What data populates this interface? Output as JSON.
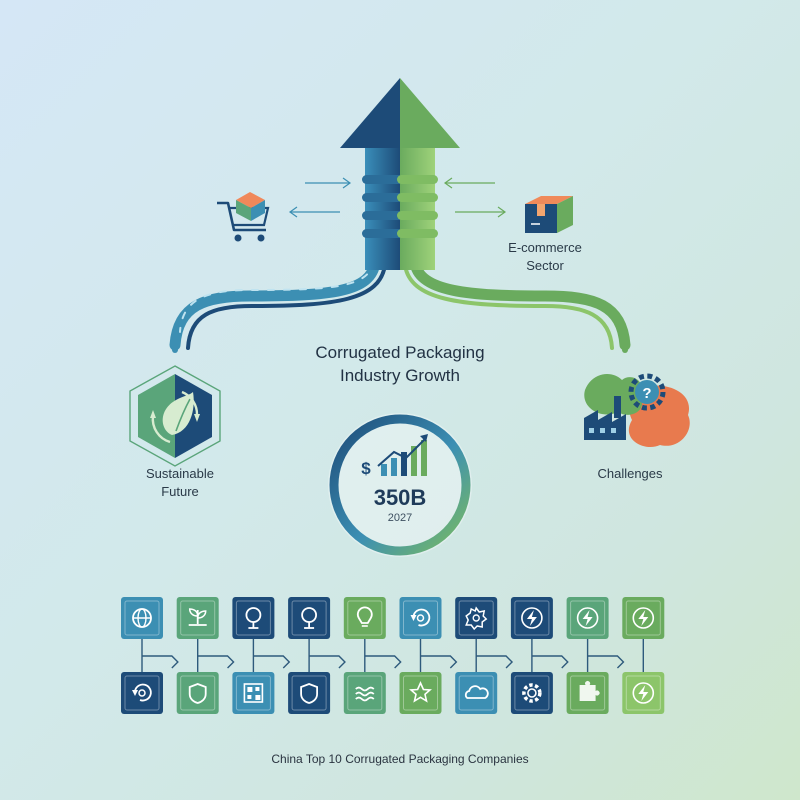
{
  "title": {
    "line1": "Corrugated Packaging",
    "line2": "Industry Growth"
  },
  "nodes": {
    "ecommerce": {
      "line1": "E-commerce",
      "line2": "Sector"
    },
    "sustainable": {
      "line1": "Sustainable",
      "line2": "Future"
    },
    "challenges": {
      "label": "Challenges"
    }
  },
  "metric": {
    "currency_symbol": "$",
    "value": "350B",
    "year": "2027"
  },
  "caption": "China Top 10 Corrugated Packaging Companies",
  "colors": {
    "navy": "#1d4b78",
    "teal": "#3c8fb3",
    "green": "#6aab5e",
    "light_green": "#8cc56a",
    "orange": "#e87a4e"
  },
  "tile_rows": {
    "top": [
      {
        "icon": "globe-icon",
        "color": "#3c8fb3"
      },
      {
        "icon": "plant-icon",
        "color": "#5aa57a"
      },
      {
        "icon": "tree-icon",
        "color": "#1d4b78"
      },
      {
        "icon": "tree-icon",
        "color": "#1d4b78"
      },
      {
        "icon": "lightbulb-icon",
        "color": "#6aab5e"
      },
      {
        "icon": "recycle-icon",
        "color": "#3c8fb3"
      },
      {
        "icon": "badge-icon",
        "color": "#1d4b78"
      },
      {
        "icon": "lightning-icon",
        "color": "#1d4b78"
      },
      {
        "icon": "lightning-icon",
        "color": "#5aa57a"
      },
      {
        "icon": "lightning-icon",
        "color": "#6aab5e"
      }
    ],
    "bottom": [
      {
        "icon": "recycle-icon",
        "color": "#1d4b78"
      },
      {
        "icon": "shield-icon",
        "color": "#5aa57a"
      },
      {
        "icon": "qr-code-icon",
        "color": "#3c8fb3"
      },
      {
        "icon": "shield-icon",
        "color": "#1d4b78"
      },
      {
        "icon": "waves-icon",
        "color": "#5aa57a"
      },
      {
        "icon": "star-icon",
        "color": "#6aab5e"
      },
      {
        "icon": "cloud-icon",
        "color": "#3c8fb3"
      },
      {
        "icon": "gear-icon",
        "color": "#1d4b78"
      },
      {
        "icon": "puzzle-icon",
        "color": "#6aab5e"
      },
      {
        "icon": "lightning-icon",
        "color": "#8cc56a"
      }
    ]
  }
}
